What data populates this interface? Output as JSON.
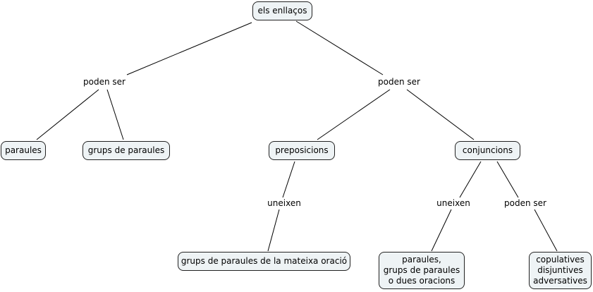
{
  "concepts": {
    "root": "els enllaços",
    "paraules": "paraules",
    "grups": "grups de paraules",
    "preposicions": "preposicions",
    "conjuncions": "conjuncions",
    "grups_oracio": "grups de paraules de la mateixa oració",
    "paraules_grups_oracions": "paraules,\ngrups de paraules\no dues oracions",
    "tipus": "copulatives\ndisjuntives\nadversatives"
  },
  "links": {
    "left_poden_ser": "poden ser",
    "right_poden_ser": "poden ser",
    "prep_uneixen": "uneixen",
    "conj_uneixen": "uneixen",
    "conj_poden_ser": "poden ser"
  },
  "colors": {
    "node_fill": "#eef3f5",
    "border": "#222222"
  }
}
